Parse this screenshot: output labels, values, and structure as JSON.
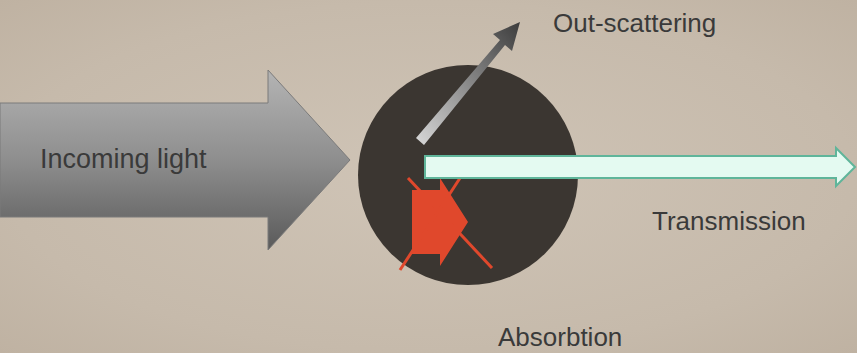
{
  "diagram": {
    "nodes": [
      {
        "text": [
          "Incoming light"
        ]
      }
    ],
    "labels": [
      "Out-scattering",
      "Transmission",
      "Absorbtion"
    ]
  }
}
